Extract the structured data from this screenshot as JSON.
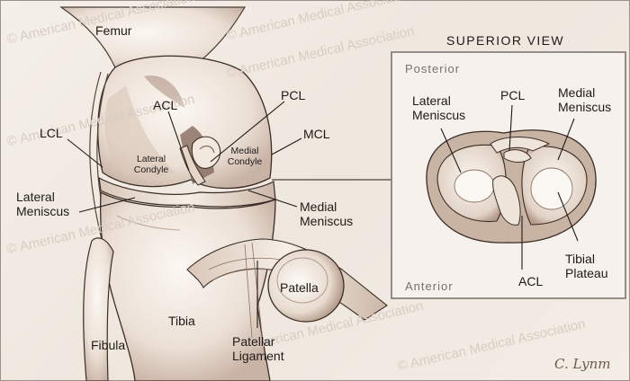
{
  "colors": {
    "background": "#f2ebe4",
    "bone": "#f7f1ea",
    "shade": "#c9b4a4",
    "deep_shade": "#7d6254",
    "line": "#3a2d26",
    "inset_border": "#6b6460",
    "watermark": "#d8cdc3"
  },
  "watermark": "© American Medical Association",
  "main_view": {
    "femur": "Femur",
    "acl": "ACL",
    "pcl": "PCL",
    "lcl": "LCL",
    "mcl": "MCL",
    "lateral_condyle": [
      "Lateral",
      "Condyle"
    ],
    "medial_condyle": [
      "Medial",
      "Condyle"
    ],
    "lateral_meniscus": [
      "Lateral",
      "Meniscus"
    ],
    "medial_meniscus": [
      "Medial",
      "Meniscus"
    ],
    "patella": "Patella",
    "tibia": "Tibia",
    "fibula": "Fibula",
    "patellar_ligament": [
      "Patellar",
      "Ligament"
    ]
  },
  "inset": {
    "title": "SUPERIOR VIEW",
    "posterior": "Posterior",
    "anterior": "Anterior",
    "lateral_meniscus": [
      "Lateral",
      "Meniscus"
    ],
    "pcl": "PCL",
    "medial_meniscus": [
      "Medial",
      "Meniscus"
    ],
    "acl": "ACL",
    "tibial_plateau": [
      "Tibial",
      "Plateau"
    ]
  },
  "signature": "C. Lynm"
}
